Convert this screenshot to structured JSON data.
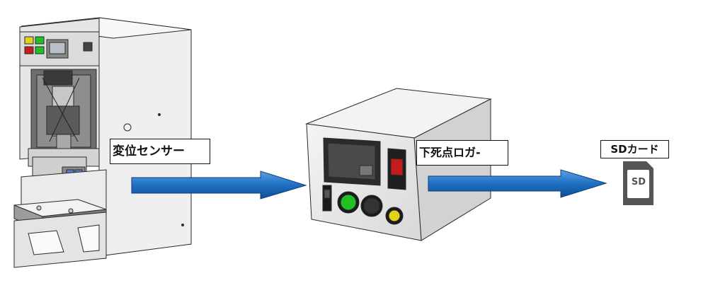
{
  "labels": {
    "sensor": "変位センサー",
    "logger": "下死点ロガ-",
    "sdcard": "SDカード",
    "sd_icon_text": "SD"
  },
  "colors": {
    "arrow": "#1f6fc2",
    "machine_body": "#e9e9ea",
    "machine_edge": "#2a2a2a",
    "sd_card": "#555555",
    "green_button": "#22c022",
    "yellow_button": "#e3d21a",
    "red_switch": "#c41c1c"
  }
}
